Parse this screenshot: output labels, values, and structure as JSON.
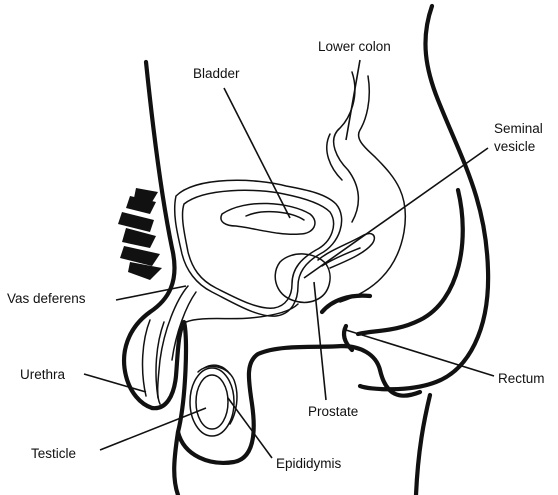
{
  "labels": {
    "bladder": "Bladder",
    "lower_colon": "Lower colon",
    "seminal_vesicle_line1": "Seminal",
    "seminal_vesicle_line2": "vesicle",
    "vas_deferens": "Vas deferens",
    "urethra": "Urethra",
    "rectum": "Rectum",
    "prostate": "Prostate",
    "testicle": "Testicle",
    "epididymis": "Epididymis"
  }
}
